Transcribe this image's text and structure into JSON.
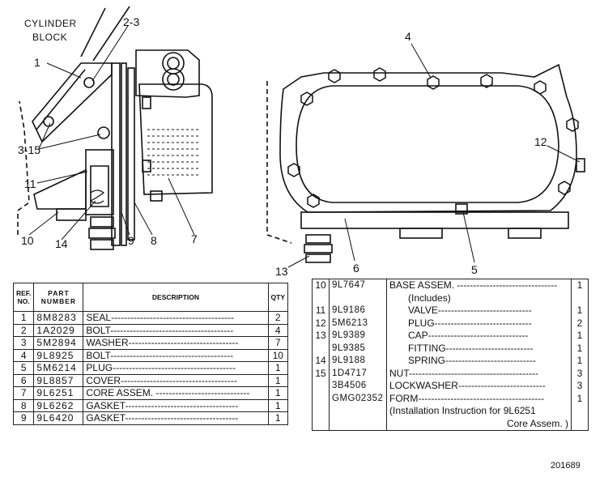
{
  "diagram": {
    "block_label_line1": "CYLINDER",
    "block_label_line2": "BLOCK",
    "callouts": [
      "1",
      "2-3",
      "3-15",
      "11",
      "10",
      "14",
      "9",
      "8",
      "7",
      "4",
      "12",
      "13",
      "6",
      "5"
    ]
  },
  "left_table": {
    "headers": {
      "ref": "REF. NO.",
      "part": "PART NUMBER",
      "desc": "DESCRIPTION",
      "qty": "QTY"
    },
    "rows": [
      {
        "ref": "1",
        "part": "8M8283",
        "desc": "SEAL--------------------------------------",
        "qty": "2"
      },
      {
        "ref": "2",
        "part": "1A2029",
        "desc": "BOLT--------------------------------------",
        "qty": "4"
      },
      {
        "ref": "3",
        "part": "5M2894",
        "desc": "WASHER----------------------------------",
        "qty": "7"
      },
      {
        "ref": "4",
        "part": "9L8925",
        "desc": "BOLT--------------------------------------",
        "qty": "10"
      },
      {
        "ref": "5",
        "part": "5M6214",
        "desc": "PLUG--------------------------------------",
        "qty": "1"
      },
      {
        "ref": "6",
        "part": "9L8857",
        "desc": "COVER------------------------------------",
        "qty": "1"
      },
      {
        "ref": "7",
        "part": "9L6251",
        "desc": "CORE ASSEM. -----------------------------",
        "qty": "1"
      },
      {
        "ref": "8",
        "part": "9L6262",
        "desc": "GASKET-----------------------------------",
        "qty": "1"
      },
      {
        "ref": "9",
        "part": "9L6420",
        "desc": "GASKET-----------------------------------",
        "qty": "1"
      }
    ]
  },
  "right_table": {
    "rows": [
      {
        "ref": "10",
        "part": "9L7647",
        "desc": "BASE ASSEM. -------------------------------",
        "qty": "1",
        "indent": false
      },
      {
        "ref": "",
        "part": "",
        "desc": "(Includes)",
        "qty": "",
        "indent": true
      },
      {
        "ref": "11",
        "part": "9L9186",
        "desc": "VALVE-----------------------------",
        "qty": "1",
        "indent": true
      },
      {
        "ref": "12",
        "part": "5M6213",
        "desc": "PLUG------------------------------",
        "qty": "2",
        "indent": true
      },
      {
        "ref": "13",
        "part": "9L9389",
        "desc": "CAP-------------------------------",
        "qty": "1",
        "indent": true
      },
      {
        "ref": "",
        "part": "9L9385",
        "desc": "FITTING---------------------------",
        "qty": "1",
        "indent": true
      },
      {
        "ref": "14",
        "part": "9L9188",
        "desc": "SPRING----------------------------",
        "qty": "1",
        "indent": true
      },
      {
        "ref": "15",
        "part": "1D4717",
        "desc": "NUT----------------------------------------",
        "qty": "3",
        "indent": false
      },
      {
        "ref": "",
        "part": "3B4506",
        "desc": "LOCKWASHER---------------------------",
        "qty": "3",
        "indent": false
      },
      {
        "ref": "",
        "part": "GMG02352",
        "desc": "FORM---------------------------------------",
        "qty": "1",
        "indent": false
      },
      {
        "ref": "",
        "part": "",
        "desc": "(Installation Instruction for 9L6251",
        "qty": "",
        "indent": false
      },
      {
        "ref": "",
        "part": "",
        "desc": "Core Assem. )",
        "qty": "",
        "indent": false
      }
    ]
  },
  "figure_number": "201689"
}
